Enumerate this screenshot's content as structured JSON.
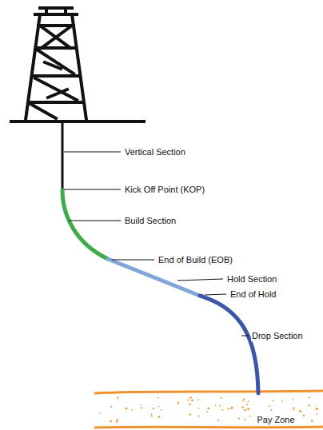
{
  "diagram": {
    "nodes": [
      {
        "text": [
          "Pay Zone"
        ]
      }
    ],
    "labels": [
      "Vertical Section",
      "Kick Off Point (KOP)",
      "Build Section",
      "End of Build (EOB)",
      "Hold Section",
      "End of Hold",
      "Drop Section"
    ]
  }
}
